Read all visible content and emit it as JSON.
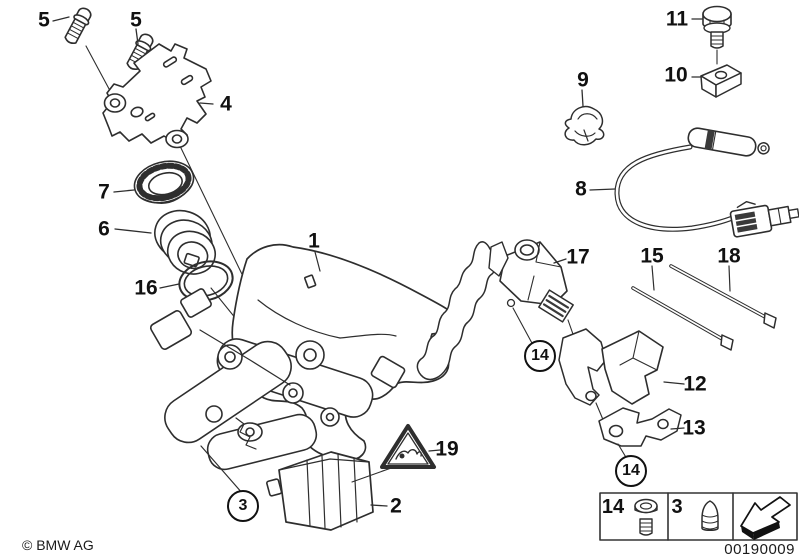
{
  "diagram": {
    "callouts": [
      {
        "id": "5a",
        "label": "5",
        "circled": false
      },
      {
        "id": "5b",
        "label": "5",
        "circled": false
      },
      {
        "id": "4",
        "label": "4",
        "circled": false
      },
      {
        "id": "7",
        "label": "7",
        "circled": false
      },
      {
        "id": "6",
        "label": "6",
        "circled": false
      },
      {
        "id": "16",
        "label": "16",
        "circled": false
      },
      {
        "id": "1",
        "label": "1",
        "circled": false
      },
      {
        "id": "11",
        "label": "11",
        "circled": false
      },
      {
        "id": "10",
        "label": "10",
        "circled": false
      },
      {
        "id": "9",
        "label": "9",
        "circled": false
      },
      {
        "id": "8",
        "label": "8",
        "circled": false
      },
      {
        "id": "17",
        "label": "17",
        "circled": false
      },
      {
        "id": "15",
        "label": "15",
        "circled": false
      },
      {
        "id": "18",
        "label": "18",
        "circled": false
      },
      {
        "id": "12",
        "label": "12",
        "circled": false
      },
      {
        "id": "13",
        "label": "13",
        "circled": false
      },
      {
        "id": "19",
        "label": "19",
        "circled": false
      },
      {
        "id": "2",
        "label": "2",
        "circled": false
      },
      {
        "id": "3",
        "label": "3",
        "circled": true
      },
      {
        "id": "14a",
        "label": "14",
        "circled": true
      },
      {
        "id": "14b",
        "label": "14",
        "circled": true
      }
    ],
    "legend": {
      "items": [
        {
          "label": "14",
          "icon": "screw-icon"
        },
        {
          "label": "3",
          "icon": "plug-icon"
        },
        {
          "label": "",
          "icon": "direction-of-travel-icon"
        }
      ]
    },
    "footer": {
      "copyright": "© BMW AG",
      "diagram_number": "00190009"
    }
  }
}
